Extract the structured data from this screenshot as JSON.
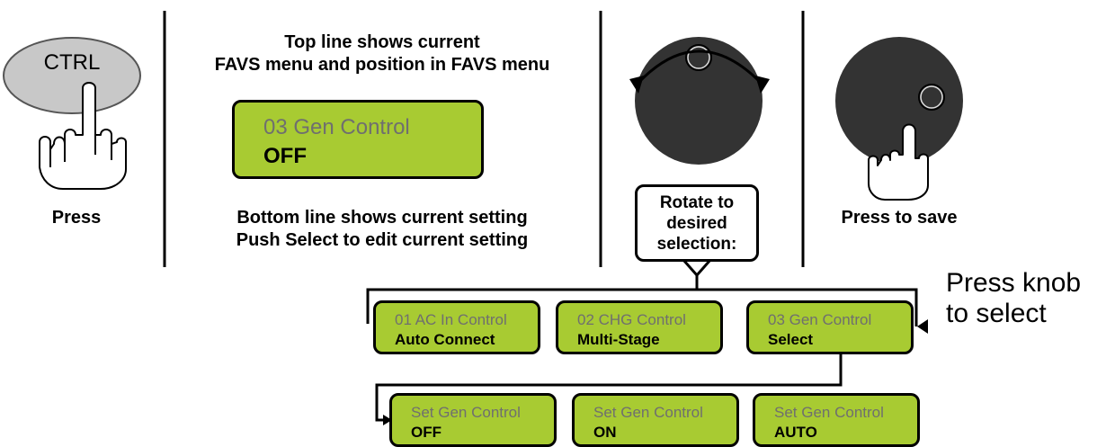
{
  "step1": {
    "button_label": "CTRL",
    "caption": "Press"
  },
  "step2": {
    "top_caption_line1": "Top line shows current",
    "top_caption_line2": "FAVS menu and position in FAVS menu",
    "display_line1": "03 Gen Control",
    "display_line2": "OFF",
    "bottom_caption_line1": "Bottom line shows current setting",
    "bottom_caption_line2": "Push Select to edit current setting"
  },
  "step3": {
    "callout_line1": "Rotate to",
    "callout_line2": "desired",
    "callout_line3": "selection:"
  },
  "step4": {
    "caption": "Press to save"
  },
  "menu_row": [
    {
      "line1": "01 AC In Control",
      "line2": "Auto Connect"
    },
    {
      "line1": "02 CHG Control",
      "line2": "Multi-Stage"
    },
    {
      "line1": "03 Gen Control",
      "line2": "Select"
    }
  ],
  "press_knob_note_line1": "Press knob",
  "press_knob_note_line2": "to select",
  "settings_row": [
    {
      "line1": "Set Gen Control",
      "line2": "OFF"
    },
    {
      "line1": "Set Gen Control",
      "line2": "ON"
    },
    {
      "line1": "Set Gen Control",
      "line2": "AUTO"
    }
  ],
  "colors": {
    "lcd_green": "#a8cb32",
    "lcd_text_gray": "#6f6f6f",
    "knob_dark": "#333333",
    "button_gray": "#c8c8c8"
  }
}
